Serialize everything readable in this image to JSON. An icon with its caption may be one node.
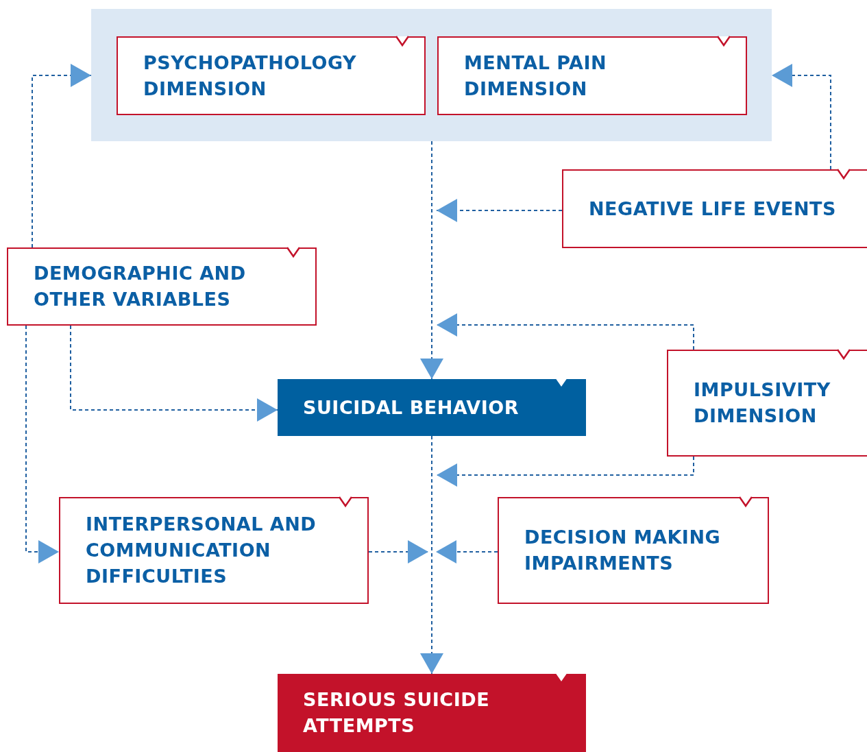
{
  "diagram": {
    "nodes": [
      {
        "text": [],
        "shape": "box"
      },
      {
        "text": [
          "PSYCHOPATHOLOGY DIMENSION"
        ],
        "in": 0
      },
      {
        "text": [
          "MENTAL PAIN DIMENSION"
        ],
        "in": 0
      },
      {
        "text": [
          "NEGATIVE LIFE EVENTS"
        ]
      },
      {
        "text": [
          "DEMOGRAPHIC AND OTHER VARIABLES"
        ]
      },
      {
        "text": [
          "SUICIDAL BEHAVIOR"
        ]
      },
      {
        "text": [
          "IMPULSIVITY DIMENSION"
        ]
      },
      {
        "text": [
          "INTERPERSONAL AND COMMUNICATION DIFFICULTIES"
        ]
      },
      {
        "text": [
          "DECISION MAKING IMPAIRMENTS"
        ]
      },
      {
        "text": [
          "SERIOUS SUICIDE ATTEMPTS"
        ]
      }
    ],
    "edges": [
      {
        "from": 4,
        "to": 0,
        "arrow": "to",
        "style": "dashed"
      },
      {
        "from": 3,
        "to": 0,
        "arrow": "to",
        "style": "dashed"
      },
      {
        "from": 0,
        "to": 5,
        "arrow": "to",
        "style": "dashed"
      },
      {
        "from": 3,
        "to": null,
        "arrow": "to",
        "style": "dashed"
      },
      {
        "from": 6,
        "to": null,
        "arrow": "to",
        "style": "dashed"
      },
      {
        "from": 6,
        "to": null,
        "arrow": "to",
        "style": "dashed"
      },
      {
        "from": 4,
        "to": 5,
        "arrow": "to",
        "style": "dashed"
      },
      {
        "from": 4,
        "to": 7,
        "arrow": "to",
        "style": "dashed"
      },
      {
        "from": 5,
        "to": 9,
        "arrow": "to",
        "style": "dashed"
      },
      {
        "from": 7,
        "to": null,
        "arrow": "to",
        "style": "dashed"
      },
      {
        "from": 8,
        "to": null,
        "arrow": "to",
        "style": "dashed"
      }
    ]
  }
}
